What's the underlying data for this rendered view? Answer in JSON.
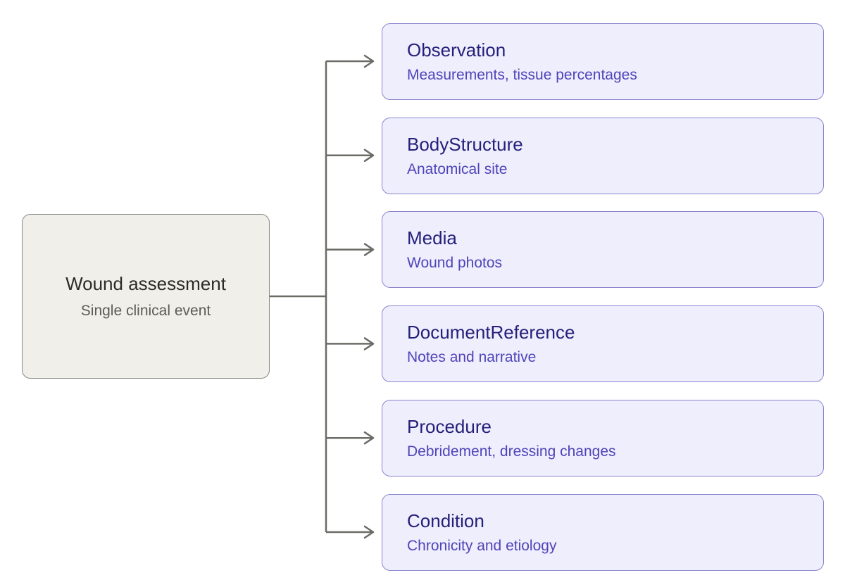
{
  "source": {
    "title": "Wound assessment",
    "subtitle": "Single clinical event"
  },
  "targets": [
    {
      "title": "Observation",
      "subtitle": "Measurements, tissue percentages"
    },
    {
      "title": "BodyStructure",
      "subtitle": "Anatomical site"
    },
    {
      "title": "Media",
      "subtitle": "Wound photos"
    },
    {
      "title": "DocumentReference",
      "subtitle": "Notes and narrative"
    },
    {
      "title": "Procedure",
      "subtitle": "Debridement, dressing changes"
    },
    {
      "title": "Condition",
      "subtitle": "Chronicity and etiology"
    }
  ],
  "colors": {
    "connector": "#6b6b66",
    "source_fill": "#f0efe9",
    "target_fill": "#eeeefd",
    "target_border": "#8b85cf"
  }
}
